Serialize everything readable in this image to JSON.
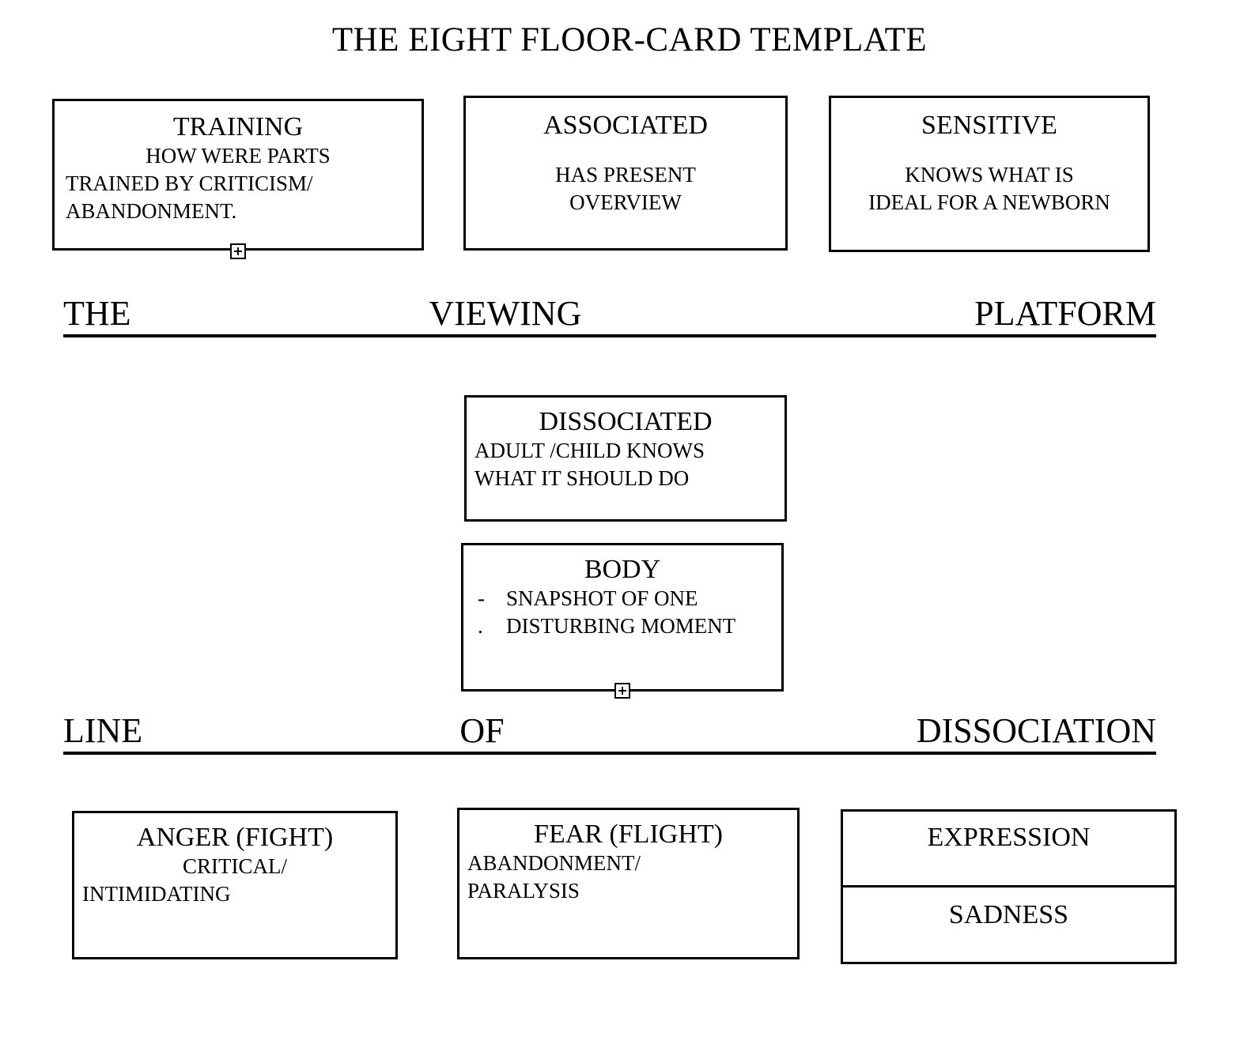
{
  "document": {
    "title": "THE EIGHT FLOOR-CARD TEMPLATE"
  },
  "banners": {
    "viewing_platform": {
      "left": "THE",
      "middle": "VIEWING",
      "right": "PLATFORM"
    },
    "line_of_dissociation": {
      "left": "LINE",
      "middle": "OF",
      "right": "DISSOCIATION"
    }
  },
  "cards": {
    "training": {
      "title": "TRAINING",
      "line1": "HOW WERE PARTS",
      "line2": "TRAINED BY CRITICISM/",
      "line3": "ABANDONMENT."
    },
    "associated": {
      "title": "ASSOCIATED",
      "line1": "HAS PRESENT",
      "line2": "OVERVIEW"
    },
    "sensitive": {
      "title": "SENSITIVE",
      "line1": "KNOWS WHAT IS",
      "line2": "IDEAL FOR A NEWBORN"
    },
    "dissociated": {
      "title": "DISSOCIATED",
      "line1": "ADULT /CHILD KNOWS",
      "line2": "WHAT IT SHOULD DO"
    },
    "body": {
      "title": "BODY",
      "bullet1_mark": "-",
      "bullet1_text": "SNAPSHOT OF ONE",
      "bullet2_mark": ".",
      "bullet2_text": "DISTURBING MOMENT"
    },
    "anger": {
      "title": "ANGER (FIGHT)",
      "line1": "CRITICAL/",
      "line2": "INTIMIDATING"
    },
    "fear": {
      "title": "FEAR (FLIGHT)",
      "line1": "ABANDONMENT/",
      "line2": "PARALYSIS"
    },
    "expression_sadness": {
      "cell1": "EXPRESSION",
      "cell2": "SADNESS"
    }
  },
  "colors": {
    "ink": "#000000",
    "paper": "#ffffff"
  }
}
